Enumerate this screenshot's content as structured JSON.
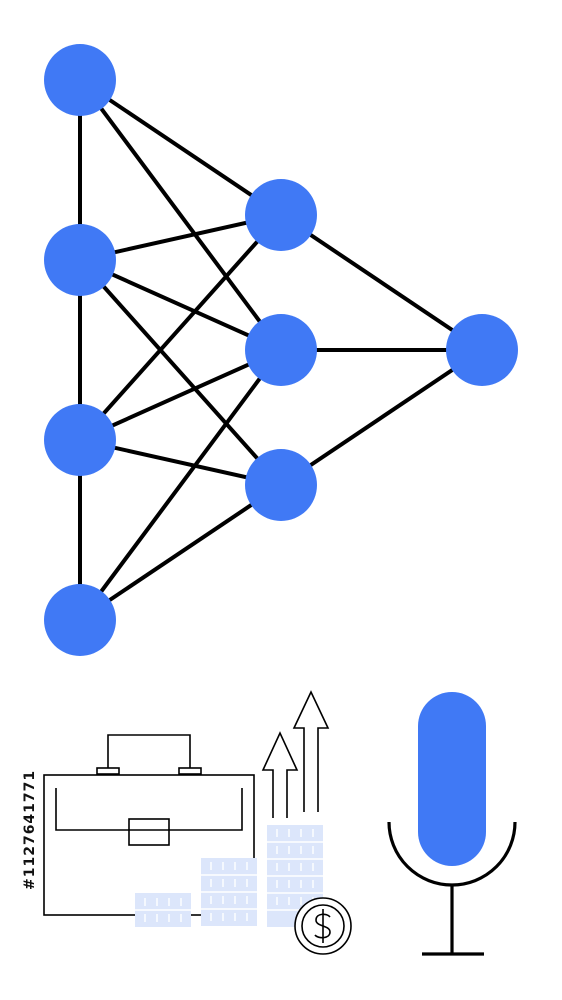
{
  "watermark": {
    "stock_id": "#1127641771"
  },
  "illustration": {
    "network": {
      "layers": [
        4,
        3,
        1
      ],
      "node_color": "#4079f5",
      "edge_color": "#000000"
    },
    "icons": [
      "briefcase-icon",
      "coin-stack-icon",
      "up-arrow-icon",
      "dollar-coin-icon",
      "microphone-icon"
    ],
    "accent_color": "#4079f5",
    "coin_color": "#dce6fb"
  }
}
